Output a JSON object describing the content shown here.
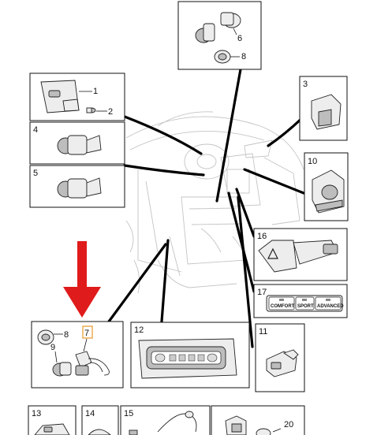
{
  "diagram": {
    "callouts": {
      "c1": "1",
      "c2": "2",
      "c3": "3",
      "c4": "4",
      "c5": "5",
      "c6": "6",
      "c8_top": "8",
      "c8_mid": "8",
      "c7": "7",
      "c9": "9",
      "c10": "10",
      "c11": "11",
      "c12": "12",
      "c13": "13",
      "c14": "14",
      "c15": "15",
      "c16": "16",
      "c17": "17",
      "c20": "20"
    },
    "drive_mode_buttons": {
      "comfort": "COMFORT",
      "sport": "SPORT",
      "advanced": "ADVANCED"
    },
    "highlight": {
      "target_callout": "7",
      "arrow_color": "#e01b1b",
      "box_color": "#e8a13a"
    }
  }
}
